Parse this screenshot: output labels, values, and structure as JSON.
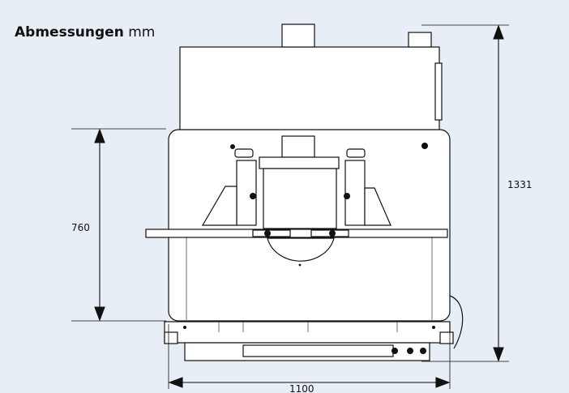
{
  "title": {
    "bold": "Abmessungen",
    "unit": "mm"
  },
  "dimensions": {
    "height_table": "760",
    "height_total": "1331",
    "width_total": "1100"
  },
  "colors": {
    "background": "#e8eef5",
    "machine_fill": "#ffffff",
    "stroke": "#111111"
  }
}
